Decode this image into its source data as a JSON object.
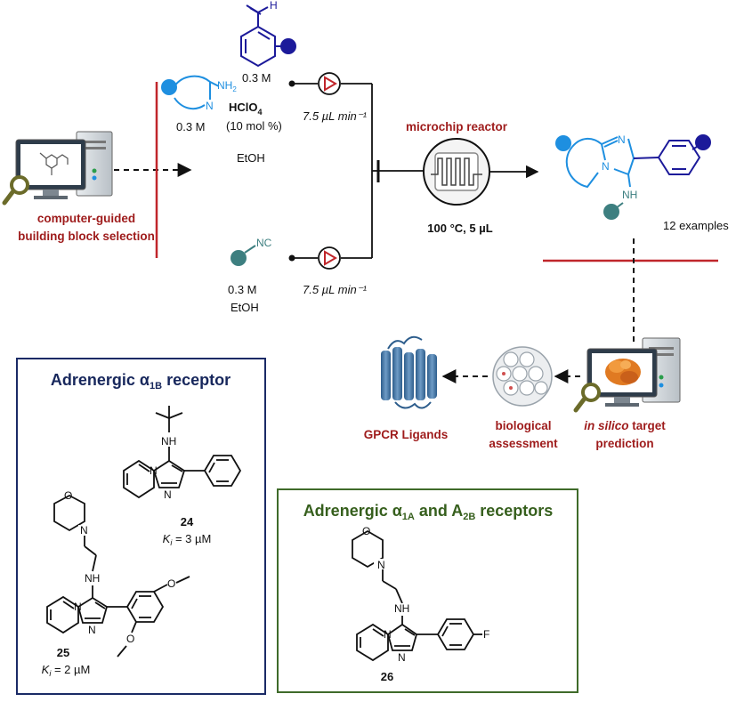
{
  "colors": {
    "accent_red": "#c0262b",
    "label_red": "#9e1b1b",
    "navy": "#1a2a66",
    "dark_blue": "#1c1a9a",
    "light_blue": "#1e8fe0",
    "teal": "#3d7f80",
    "green_box": "#3f6b2a"
  },
  "left_panel": {
    "label_line1": "computer-guided",
    "label_line2": "building block selection"
  },
  "reagents": {
    "aldehyde": {
      "atom_h": "H",
      "conc": "0.3 M"
    },
    "amine": {
      "group": "NH",
      "subscript": "2",
      "ring_atom": "N",
      "conc": "0.3 M"
    },
    "catalyst": {
      "formula": "HClO",
      "subscript": "4",
      "loading": "(10 mol %)",
      "solvent": "EtOH"
    },
    "isocyanide": {
      "group": "NC",
      "conc": "0.3 M",
      "solvent": "EtOH"
    }
  },
  "flow": {
    "rate_top": "7.5 µL min⁻¹",
    "rate_bottom": "7.5 µL min⁻¹",
    "reactor_label": "microchip reactor",
    "conditions": "100 °C, 5 µL"
  },
  "product": {
    "atom_n1": "N",
    "atom_n2": "N",
    "atom_nh": "NH",
    "examples": "12 examples"
  },
  "workflow": {
    "gpcr_label": "GPCR Ligands",
    "bio_line1": "biological",
    "bio_line2": "assessment",
    "insilico_italic": "in silico",
    "insilico_rest": " target",
    "insilico_line2": "prediction"
  },
  "box_alpha1b": {
    "title_pre": "Adrenergic ",
    "title_greek": "α",
    "title_sub": "1B",
    "title_post": " receptor",
    "cmpd24": {
      "id": "24",
      "ki_label": "K",
      "ki_sub": "i",
      "ki_value": " = 3 µM",
      "atom_nh": "NH",
      "atom_n1": "N",
      "atom_n2": "N"
    },
    "cmpd25": {
      "id": "25",
      "ki_label": "K",
      "ki_sub": "i",
      "ki_value": " = 2 µM",
      "atom_o_morph": "O",
      "atom_n_morph": "N",
      "atom_nh": "NH",
      "atom_n1": "N",
      "atom_n2": "N",
      "atom_o1": "O",
      "atom_o2": "O"
    }
  },
  "box_alpha1a": {
    "title_pre": "Adrenergic ",
    "title_greek": "α",
    "title_sub": "1A",
    "title_mid": " and A",
    "title_sub2": "2B",
    "title_post": " receptors",
    "cmpd26": {
      "id": "26",
      "atom_o_morph": "O",
      "atom_n_morph": "N",
      "atom_nh": "NH",
      "atom_n1": "N",
      "atom_n2": "N",
      "atom_f": "F"
    }
  },
  "icons": {
    "computer": "computer-icon",
    "magnifier": "magnifier-icon",
    "syringe_pump": "pump-icon",
    "microchip": "microchip-icon",
    "receptor": "gpcr-receptor-icon",
    "well_plate": "well-plate-icon",
    "protein": "protein-icon"
  }
}
